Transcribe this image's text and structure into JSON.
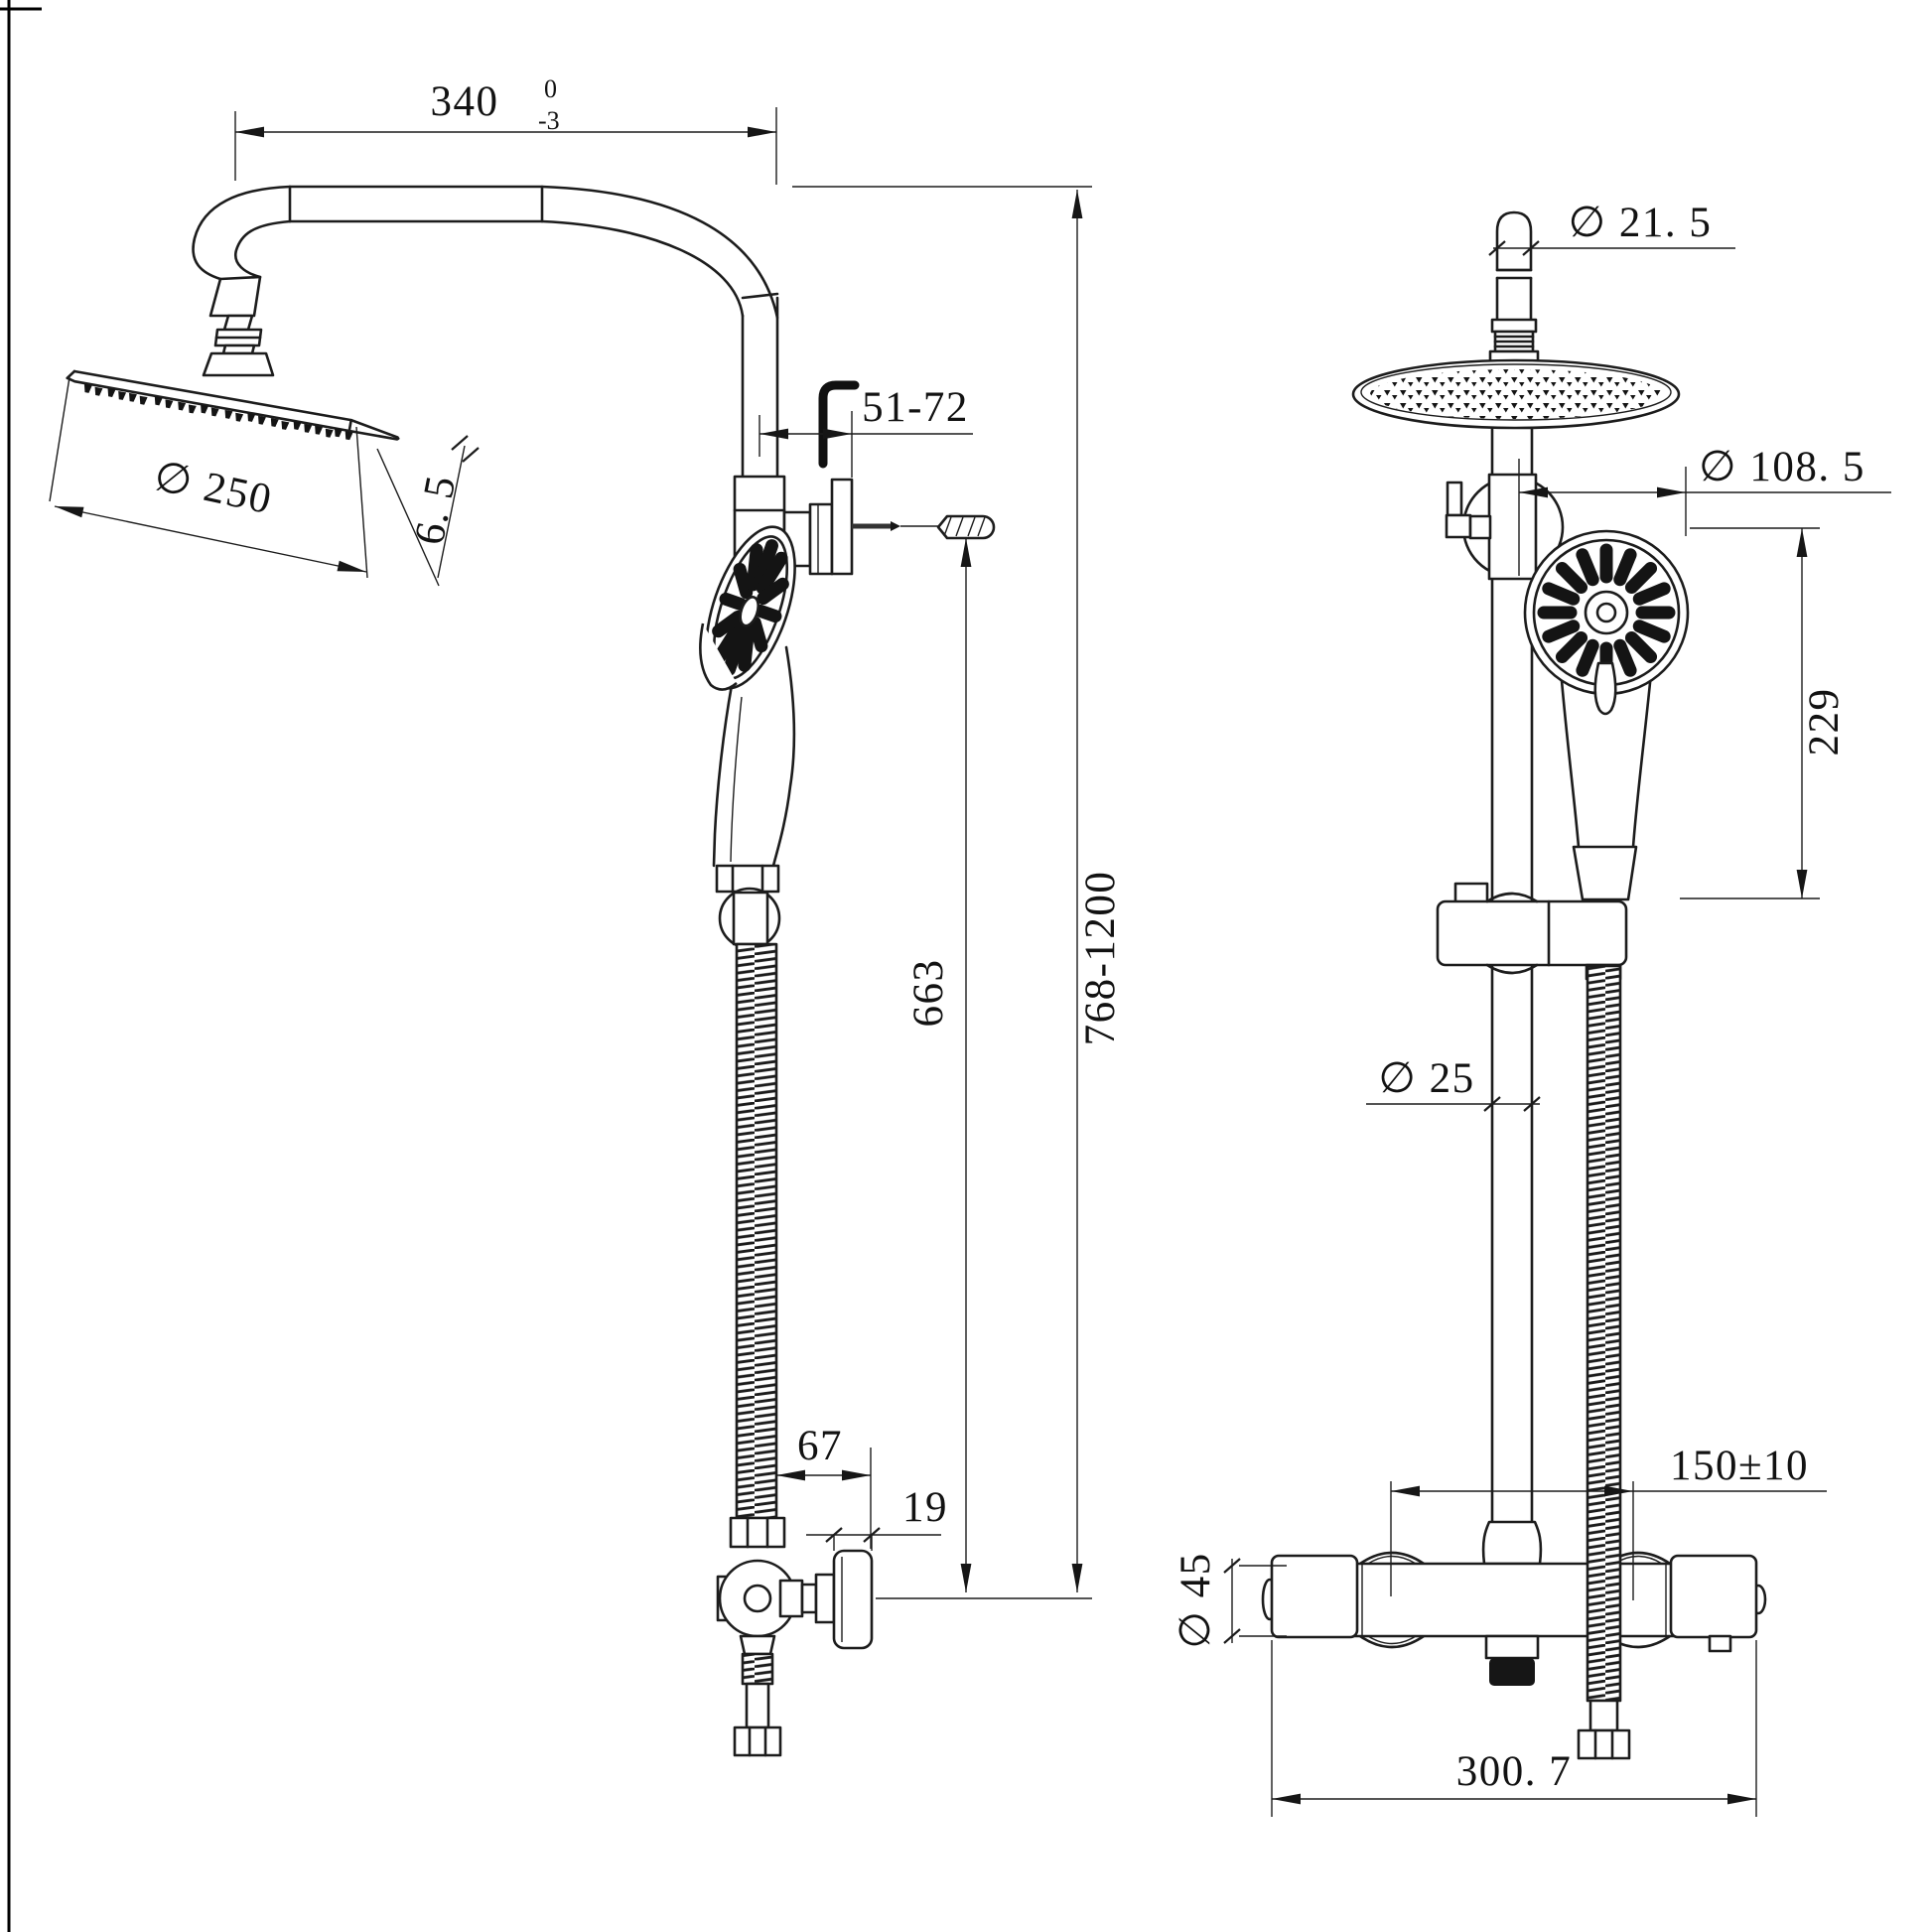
{
  "drawing": {
    "type": "technical-dimension-drawing",
    "subject": "thermostatic shower column with overhead shower, hand shower and mixer bar",
    "line_color": "#1c1c1c",
    "background": "#ffffff"
  },
  "dims": {
    "side": {
      "arm_reach": "340",
      "arm_reach_tol_upper": "0",
      "arm_reach_tol_lower": "-3",
      "head_diameter": "∅ 250",
      "head_thickness": "6. 5",
      "wall_distance": "51-72",
      "hose_drop": "663",
      "column_height": "768-1200",
      "valve_offset": "67",
      "knob_width": "19"
    },
    "front": {
      "top_pipe_diameter": "∅ 21. 5",
      "hand_shower_diameter": "∅ 108. 5",
      "hand_shower_length": "229",
      "riser_diameter": "∅ 25",
      "inlet_spacing": "150±10",
      "mixer_diameter": "∅ 45",
      "mixer_width": "300. 7"
    }
  }
}
